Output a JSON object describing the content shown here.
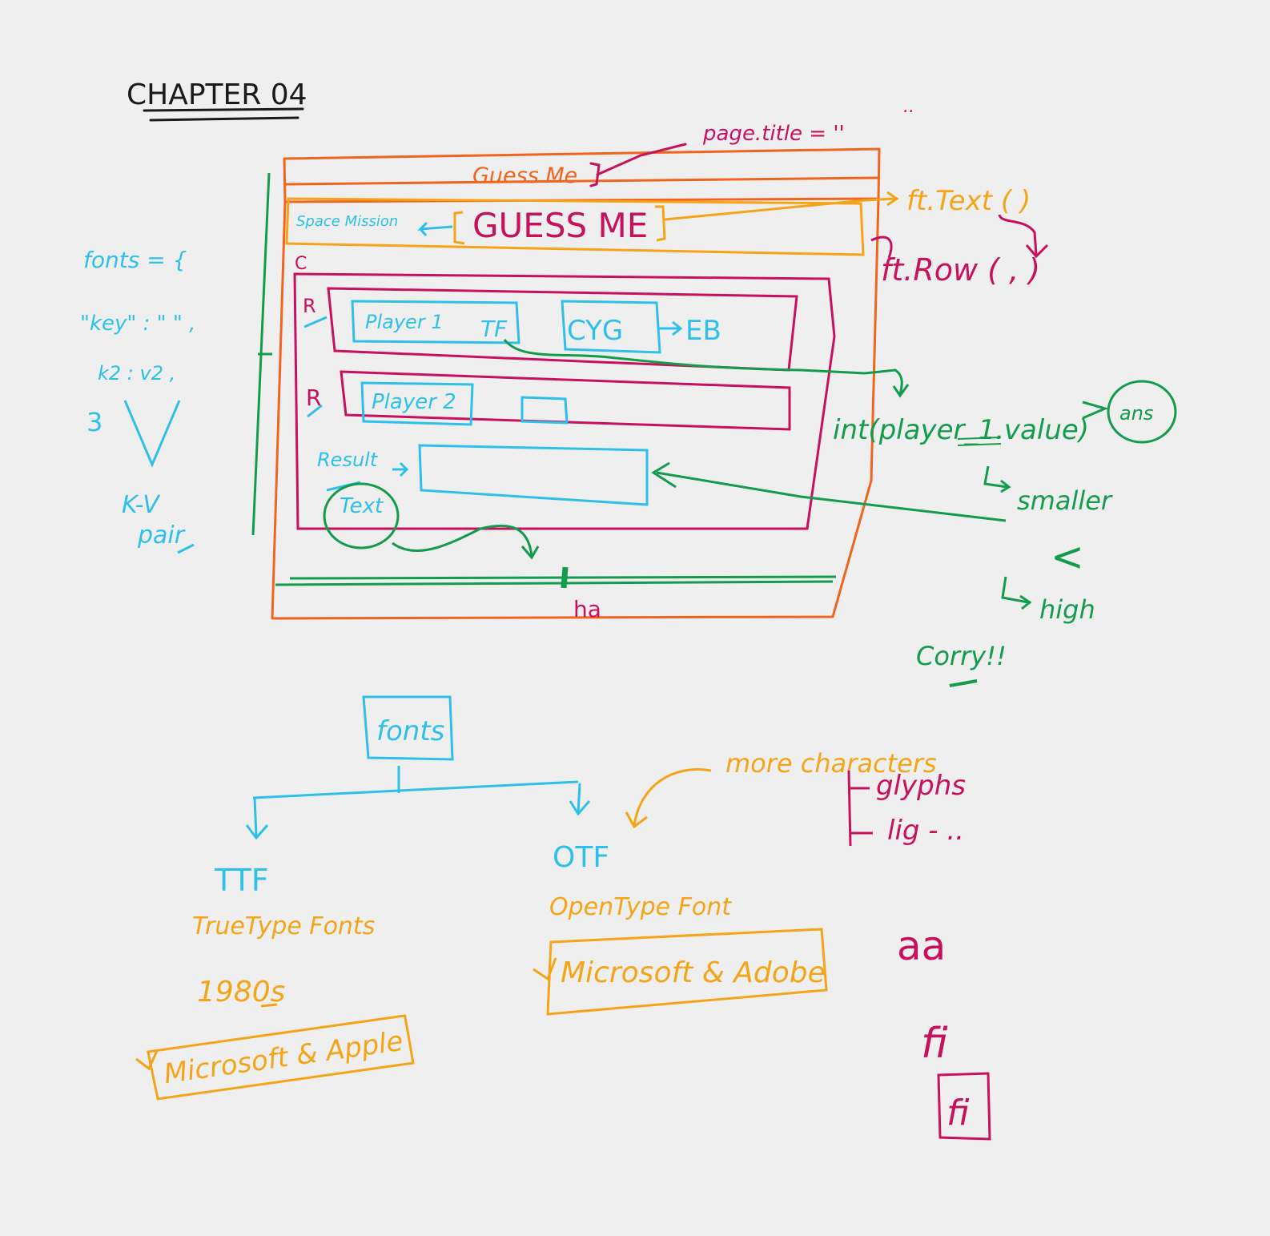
{
  "colors": {
    "ink": "#1a1a1a",
    "orange": "#f0641e",
    "amber": "#f5a418",
    "magenta": "#c8105e",
    "green": "#129c4c",
    "cyan": "#2ec0ea"
  },
  "header": {
    "title": "CHAPTER 04"
  },
  "wireframe": {
    "page_title_note": "page.title = ''",
    "window_title": "Guess Me",
    "ft_text_note": "ft.Text (   )",
    "ft_row_note": "ft.Row (   ,  )",
    "space_mission_label": "Space Mission",
    "heading": "GUESS ME",
    "column_marker": "C",
    "row1_marker": "R",
    "row2_marker": "R",
    "player1_field": "Player 1",
    "tf_label": "TF",
    "cyg_button": "CYG",
    "eb_label": "EB",
    "player2_field": "Player 2",
    "result_label": "Result",
    "text_label": "Text",
    "ha_label": "ha"
  },
  "logic_notes": {
    "int_expr": "int(player_1.value)",
    "ans": "ans",
    "smaller": "smaller",
    "less_than": "<",
    "high": "high",
    "correct": "Corry!!"
  },
  "dict_notes": {
    "fonts_open": "fonts = {",
    "key_line": "\"key\" :  \"   \" ,",
    "k2_line": "k2 :  v2 ,",
    "close": "3",
    "kv_pair_1": "K-V",
    "kv_pair_2": "pair"
  },
  "fonts_tree": {
    "root": "fonts",
    "ttf": {
      "abbr": "TTF",
      "name": "TrueType Fonts",
      "year": "1980s",
      "makers": "Microsoft & Apple"
    },
    "otf": {
      "abbr": "OTF",
      "name": "OpenType Font",
      "makers": "Microsoft & Adobe"
    }
  },
  "otf_notes": {
    "more": "more characters",
    "glyphs": "glyphs",
    "lig": "lig - ..",
    "aa": "aa",
    "fi": "fi",
    "fi_box": "fi"
  }
}
